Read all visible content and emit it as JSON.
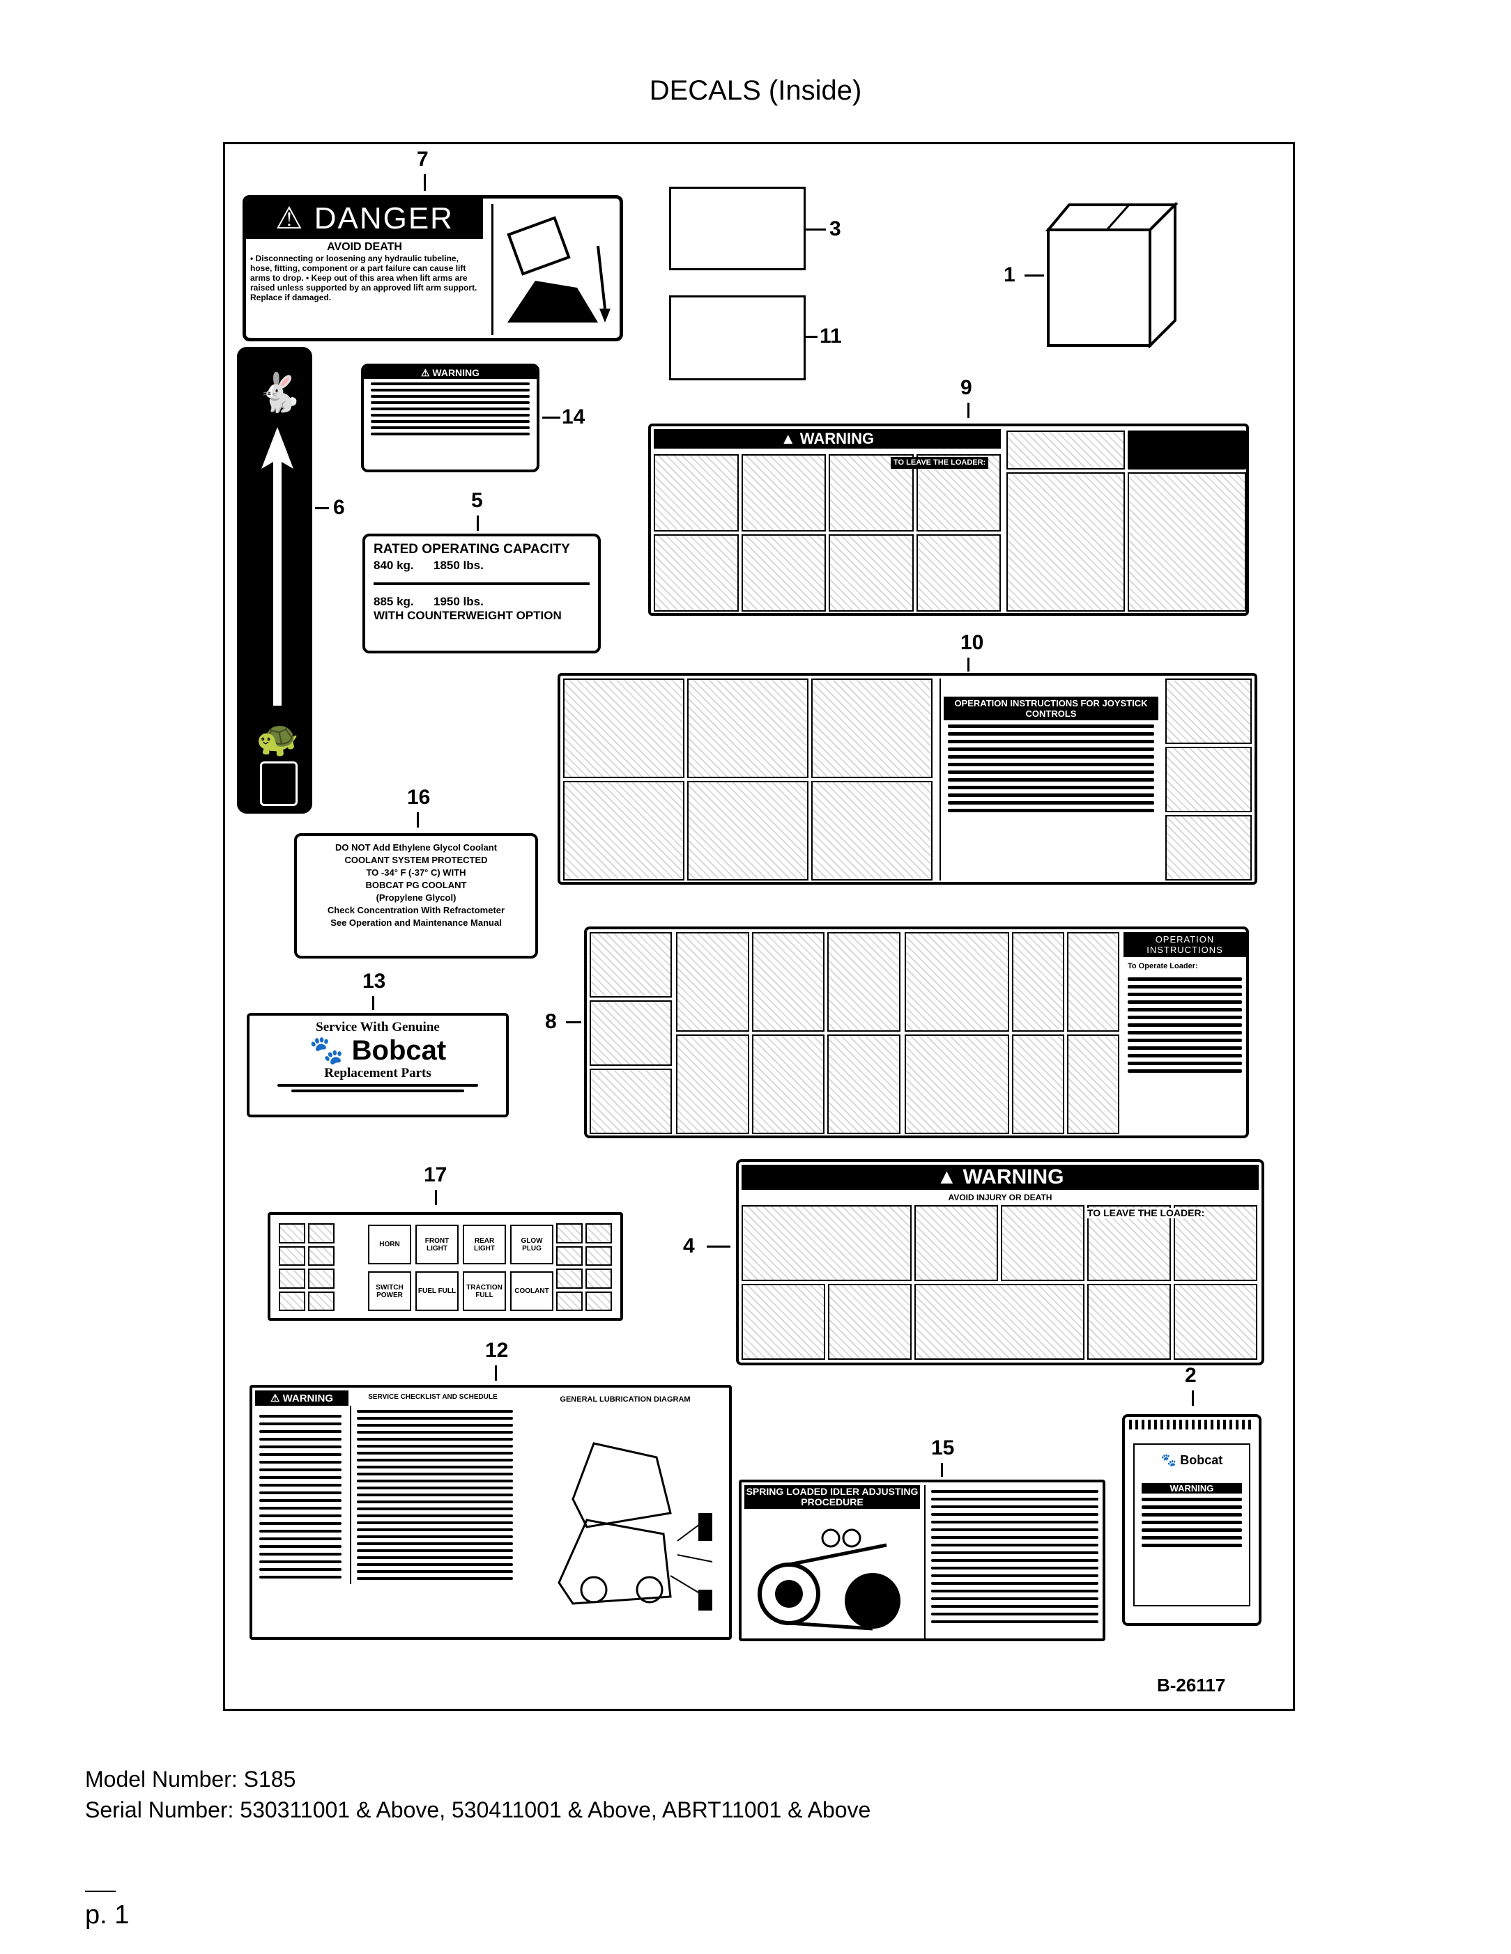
{
  "page": {
    "title": "DECALS (Inside)",
    "figure_id": "B-26117",
    "model_line": "Model Number: S185",
    "serial_line": "Serial Number: 530311001 & Above, 530411001 & Above, ABRT11001 & Above",
    "page_number": "p. 1"
  },
  "callouts": [
    "1",
    "2",
    "3",
    "4",
    "5",
    "6",
    "7",
    "8",
    "9",
    "10",
    "11",
    "12",
    "13",
    "14",
    "15",
    "16",
    "17"
  ],
  "decals": {
    "danger": {
      "header": "DANGER",
      "subheader": "AVOID DEATH",
      "text": "• Disconnecting or loosening any hydraulic tubeline, hose, fitting, component or a part failure can cause lift arms to drop. • Keep out of this area when lift arms are raised unless supported by an approved lift arm support. Replace if damaged."
    },
    "rated_capacity": {
      "header": "RATED OPERATING CAPACITY",
      "row1": "840 kg.      1850 lbs.",
      "row2": "885 kg.      1950 lbs.",
      "row3": "WITH COUNTERWEIGHT OPTION"
    },
    "warning_main": {
      "header": "WARNING",
      "subheader": "AVOID INJURY OR DEATH",
      "leave": "TO LEAVE THE LOADER:"
    },
    "warning_9": {
      "header": "WARNING",
      "leave": "TO LEAVE THE LOADER:"
    },
    "warning_small": {
      "header": "WARNING"
    },
    "coolant": {
      "lines": [
        "DO NOT Add Ethylene Glycol Coolant",
        "COOLANT SYSTEM PROTECTED",
        "TO -34° F (-37° C) WITH",
        "BOBCAT PG COOLANT",
        "(Propylene Glycol)",
        "Check Concentration With Refractometer",
        "See Operation and Maintenance Manual"
      ]
    },
    "service": {
      "line1": "Service With Genuine",
      "brand": "Bobcat",
      "line2": "Replacement Parts"
    },
    "op_instructions": {
      "header": "OPERATION INSTRUCTIONS",
      "sub": "To Operate Loader:"
    },
    "joystick": {
      "header": "OPERATION INSTRUCTIONS FOR JOYSTICK CONTROLS"
    },
    "lube": {
      "header": "WARNING",
      "title": "SERVICE CHECKLIST AND SCHEDULE",
      "diagram": "GENERAL LUBRICATION DIAGRAM"
    },
    "idler": {
      "header": "SPRING LOADED IDLER ADJUSTING PROCEDURE"
    },
    "manual": {
      "brand": "Bobcat",
      "header": "WARNING"
    },
    "switches": {
      "labels": [
        "HORN",
        "FRONT LIGHT",
        "REAR LIGHT",
        "GLOW PLUG",
        "SWITCH POWER",
        "FUEL FULL",
        "TRACTION FULL",
        "COOLANT"
      ]
    }
  },
  "colors": {
    "ink": "#000000",
    "paper": "#ffffff"
  }
}
